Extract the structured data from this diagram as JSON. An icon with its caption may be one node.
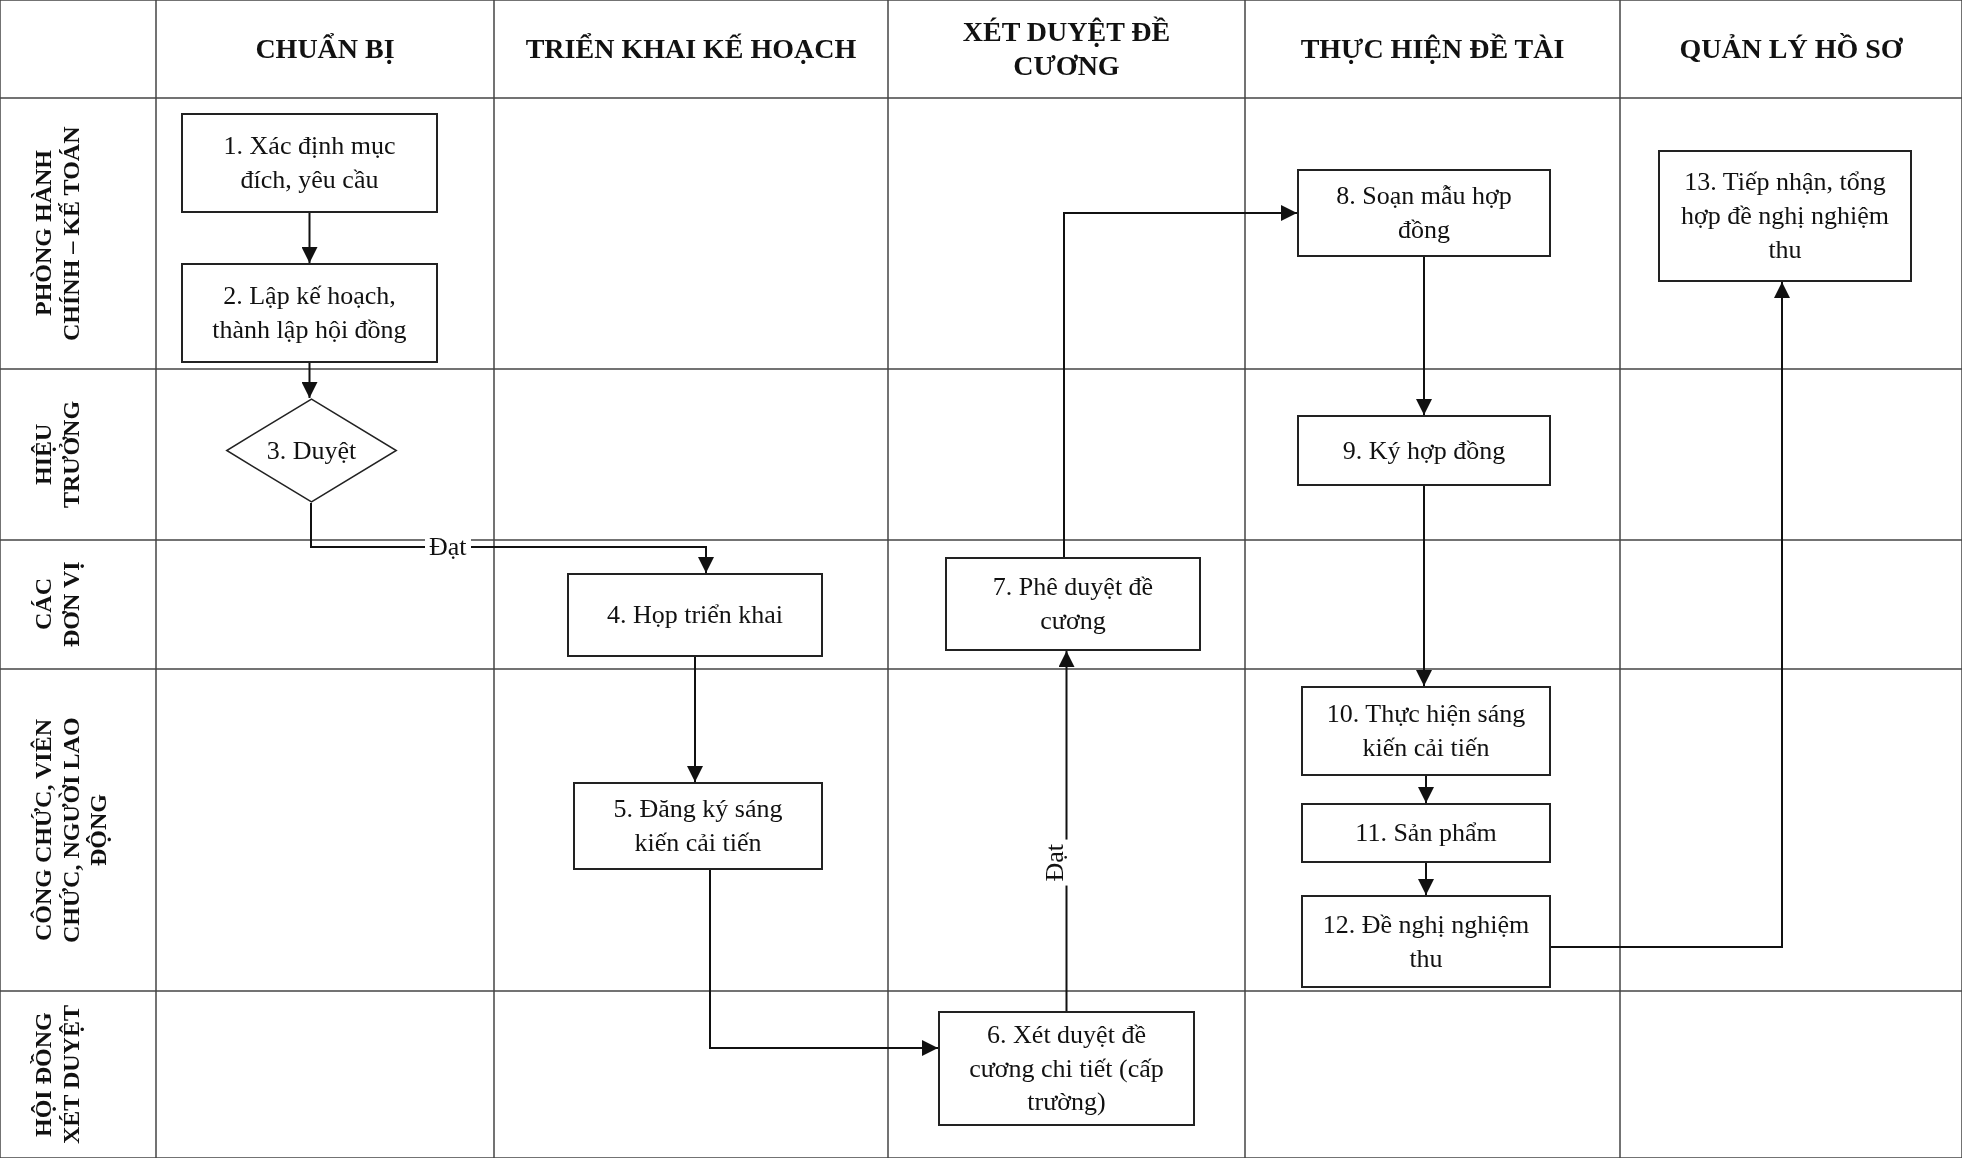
{
  "diagram": {
    "nodes": [
      {
        "text": [
          "1. Xác định mục đích, yêu cầu"
        ]
      },
      {
        "text": [
          "2. Lập kế hoạch, thành lập hội đồng"
        ]
      },
      {
        "text": [
          "3. Duyệt"
        ]
      },
      {
        "text": [
          "4. Họp triển khai"
        ]
      },
      {
        "text": [
          "5. Đăng ký sáng kiến cải tiến"
        ]
      },
      {
        "text": [
          "6. Xét duyệt đề cương chi tiết (cấp trường)"
        ]
      },
      {
        "text": [
          "7. Phê duyệt đề cương"
        ]
      },
      {
        "text": [
          "8. Soạn mẫu hợp đồng"
        ]
      },
      {
        "text": [
          "9. Ký hợp đồng"
        ]
      },
      {
        "text": [
          "10. Thực hiện sáng kiến cải tiến"
        ]
      },
      {
        "text": [
          "11. Sản phẩm"
        ]
      },
      {
        "text": [
          "12. Đề nghị nghiệm thu"
        ]
      },
      {
        "text": [
          "13. Tiếp nhận, tổng hợp đề nghị nghiệm thu"
        ]
      }
    ],
    "edges": [
      {
        "from": 0,
        "to": 1,
        "arrow": "to"
      },
      {
        "from": 1,
        "to": 2,
        "arrow": "to"
      },
      {
        "from": 2,
        "to": 3,
        "arrow": "to",
        "label": "Đạt"
      },
      {
        "from": 3,
        "to": 4,
        "arrow": "to"
      },
      {
        "from": 4,
        "to": 5,
        "arrow": "to"
      },
      {
        "from": 5,
        "to": 6,
        "arrow": "to",
        "label": "Đạt"
      },
      {
        "from": 6,
        "to": 7,
        "arrow": "to"
      },
      {
        "from": 7,
        "to": 8,
        "arrow": "to"
      },
      {
        "from": 8,
        "to": 9,
        "arrow": "to"
      },
      {
        "from": 9,
        "to": 10,
        "arrow": "to"
      },
      {
        "from": 10,
        "to": 11,
        "arrow": "to"
      },
      {
        "from": 11,
        "to": 12,
        "arrow": "to"
      }
    ],
    "labels": [
      "CHUẨN BỊ",
      "TRIỂN KHAI KẾ HOẠCH",
      "XÉT DUYỆT ĐỀ CƯƠNG",
      "THỰC HIỆN ĐỀ TÀI",
      "QUẢN LÝ HỒ SƠ",
      "PHÒNG HÀNH CHÍNH – KẾ TOÁN",
      "HIỆU TRƯỞNG",
      "CÁC ĐƠN VỊ",
      "CÔNG CHỨC, VIÊN CHỨC, NGƯỜI LAO ĐỘNG",
      "HỘI ĐỒNG XÉT DUYỆT"
    ]
  }
}
